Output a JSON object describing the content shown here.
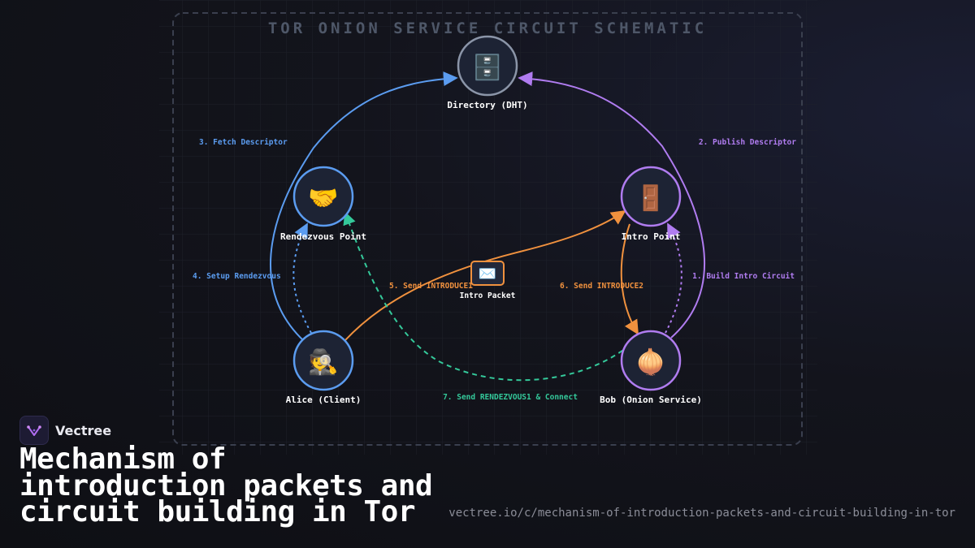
{
  "diagram": {
    "title": "TOR ONION SERVICE CIRCUIT SCHEMATIC",
    "nodes": {
      "directory": {
        "label": "Directory (DHT)",
        "icon": "🗄️",
        "icon_name": "file-cabinet-icon",
        "color": "#8b95a8"
      },
      "rendezvous": {
        "label": "Rendezvous Point",
        "icon": "🤝",
        "icon_name": "handshake-icon",
        "color": "#5b9cf0"
      },
      "intro": {
        "label": "Intro Point",
        "icon": "🚪",
        "icon_name": "door-icon",
        "color": "#b07cf0"
      },
      "alice": {
        "label": "Alice (Client)",
        "icon": "🕵️",
        "icon_name": "detective-icon",
        "color": "#5b9cf0"
      },
      "bob": {
        "label": "Bob (Onion Service)",
        "icon": "🧅",
        "icon_name": "onion-icon",
        "color": "#b07cf0"
      }
    },
    "packet": {
      "label": "Intro Packet",
      "icon": "✉️",
      "icon_name": "envelope-icon",
      "color": "#f0913e"
    },
    "edges": {
      "fetch": "3. Fetch Descriptor",
      "publish": "2. Publish Descriptor",
      "setup_rendezvous": "4. Setup Rendezvous",
      "build_intro": "1. Build Intro Circuit",
      "introduce1": "5. Send INTRODUCE1",
      "introduce2": "6. Send INTRODUCE2",
      "rendezvous1": "7. Send RENDEZVOUS1 & Connect"
    },
    "colors": {
      "blue": "#5b9cf0",
      "purple": "#b07cf0",
      "orange": "#f0913e",
      "green": "#34c99a"
    }
  },
  "branding": {
    "name": "Vectree",
    "headline_lines": [
      "Mechanism of",
      "introduction packets and",
      "circuit building in Tor"
    ],
    "url": "vectree.io/c/mechanism-of-introduction-packets-and-circuit-building-in-tor"
  }
}
